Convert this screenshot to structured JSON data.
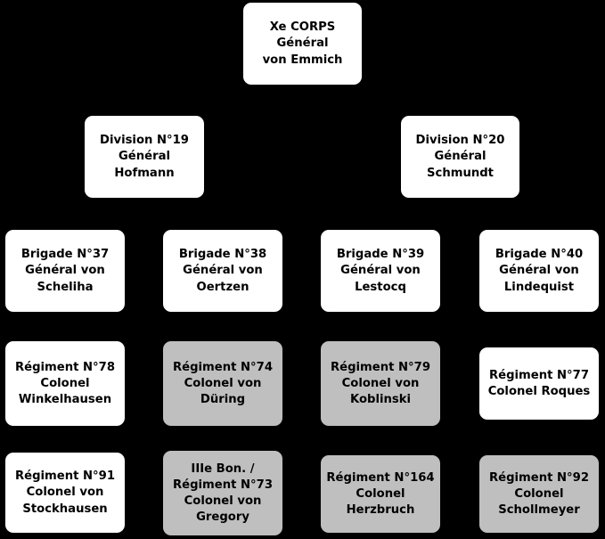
{
  "chart_data": {
    "type": "diagram",
    "title": "Xe CORPS order of battle",
    "background_color": "#000000",
    "node_fill_white": "#FFFFFF",
    "node_fill_gray": "#BFBFBF",
    "node_text_color": "#000000",
    "levels": [
      "corps",
      "division",
      "brigade",
      "regiment",
      "regiment"
    ],
    "nodes": [
      {
        "id": "corps",
        "level": "corps",
        "fill": "white",
        "lines": [
          "Xe CORPS",
          "Général",
          "von Emmich"
        ]
      },
      {
        "id": "div-19",
        "level": "division",
        "fill": "white",
        "lines": [
          "Division N°19",
          "Général",
          "Hofmann"
        ]
      },
      {
        "id": "div-20",
        "level": "division",
        "fill": "white",
        "lines": [
          "Division N°20",
          "Général",
          "Schmundt"
        ]
      },
      {
        "id": "bde-37",
        "level": "brigade",
        "fill": "white",
        "lines": [
          "Brigade N°37",
          "Général  von",
          "Scheliha"
        ]
      },
      {
        "id": "bde-38",
        "level": "brigade",
        "fill": "white",
        "lines": [
          "Brigade N°38",
          "Général  von",
          "Oertzen"
        ]
      },
      {
        "id": "bde-39",
        "level": "brigade",
        "fill": "white",
        "lines": [
          "Brigade N°39",
          "Général von",
          "Lestocq"
        ]
      },
      {
        "id": "bde-40",
        "level": "brigade",
        "fill": "white",
        "lines": [
          "Brigade N°40",
          "Général von",
          "Lindequist"
        ]
      },
      {
        "id": "rgt-78",
        "level": "regiment",
        "fill": "white",
        "lines": [
          "Régiment N°78",
          "Colonel",
          "Winkelhausen"
        ]
      },
      {
        "id": "rgt-74",
        "level": "regiment",
        "fill": "gray",
        "lines": [
          "Régiment N°74",
          "Colonel von",
          "Düring"
        ]
      },
      {
        "id": "rgt-79",
        "level": "regiment",
        "fill": "gray",
        "lines": [
          "Régiment N°79",
          "Colonel von",
          "Koblinski"
        ]
      },
      {
        "id": "rgt-77",
        "level": "regiment",
        "fill": "white",
        "lines": [
          "Régiment N°77",
          "Colonel Roques"
        ]
      },
      {
        "id": "rgt-91",
        "level": "regiment",
        "fill": "white",
        "lines": [
          "Régiment N°91",
          "Colonel von",
          "Stockhausen"
        ]
      },
      {
        "id": "rgt-73",
        "level": "regiment",
        "fill": "gray",
        "lines": [
          "IIIe Bon. /",
          "Régiment N°73",
          "Colonel von",
          "Gregory"
        ]
      },
      {
        "id": "rgt-164",
        "level": "regiment",
        "fill": "gray",
        "lines": [
          "Régiment N°164",
          "Colonel",
          "Herzbruch"
        ]
      },
      {
        "id": "rgt-92",
        "level": "regiment",
        "fill": "gray",
        "lines": [
          "Régiment N°92",
          "Colonel",
          "Schollmeyer"
        ]
      }
    ]
  }
}
